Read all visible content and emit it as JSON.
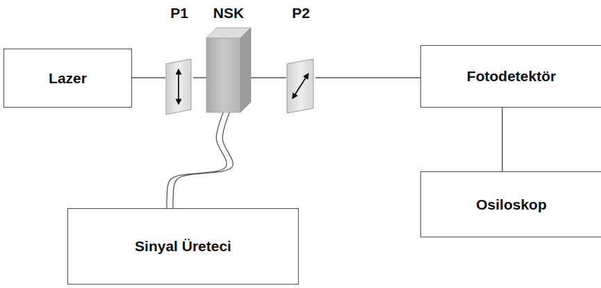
{
  "diagram": {
    "nodes": [
      {
        "text": [
          "Lazer"
        ]
      },
      {
        "text": [
          "P1"
        ]
      },
      {
        "text": [
          "NSK"
        ]
      },
      {
        "text": [
          "P2"
        ]
      },
      {
        "text": [
          "Fotodetektör"
        ]
      },
      {
        "text": [
          "Osiloskop"
        ]
      },
      {
        "text": [
          "Sinyal Üreteci"
        ]
      }
    ],
    "edges": [
      {
        "from": 0,
        "to": 1,
        "arrow": "none"
      },
      {
        "from": 1,
        "to": 2,
        "arrow": "none"
      },
      {
        "from": 2,
        "to": 3,
        "arrow": "none"
      },
      {
        "from": 3,
        "to": 4,
        "arrow": "none"
      },
      {
        "from": 4,
        "to": 5,
        "arrow": "none"
      },
      {
        "from": 2,
        "to": 6,
        "arrow": "none"
      }
    ]
  }
}
